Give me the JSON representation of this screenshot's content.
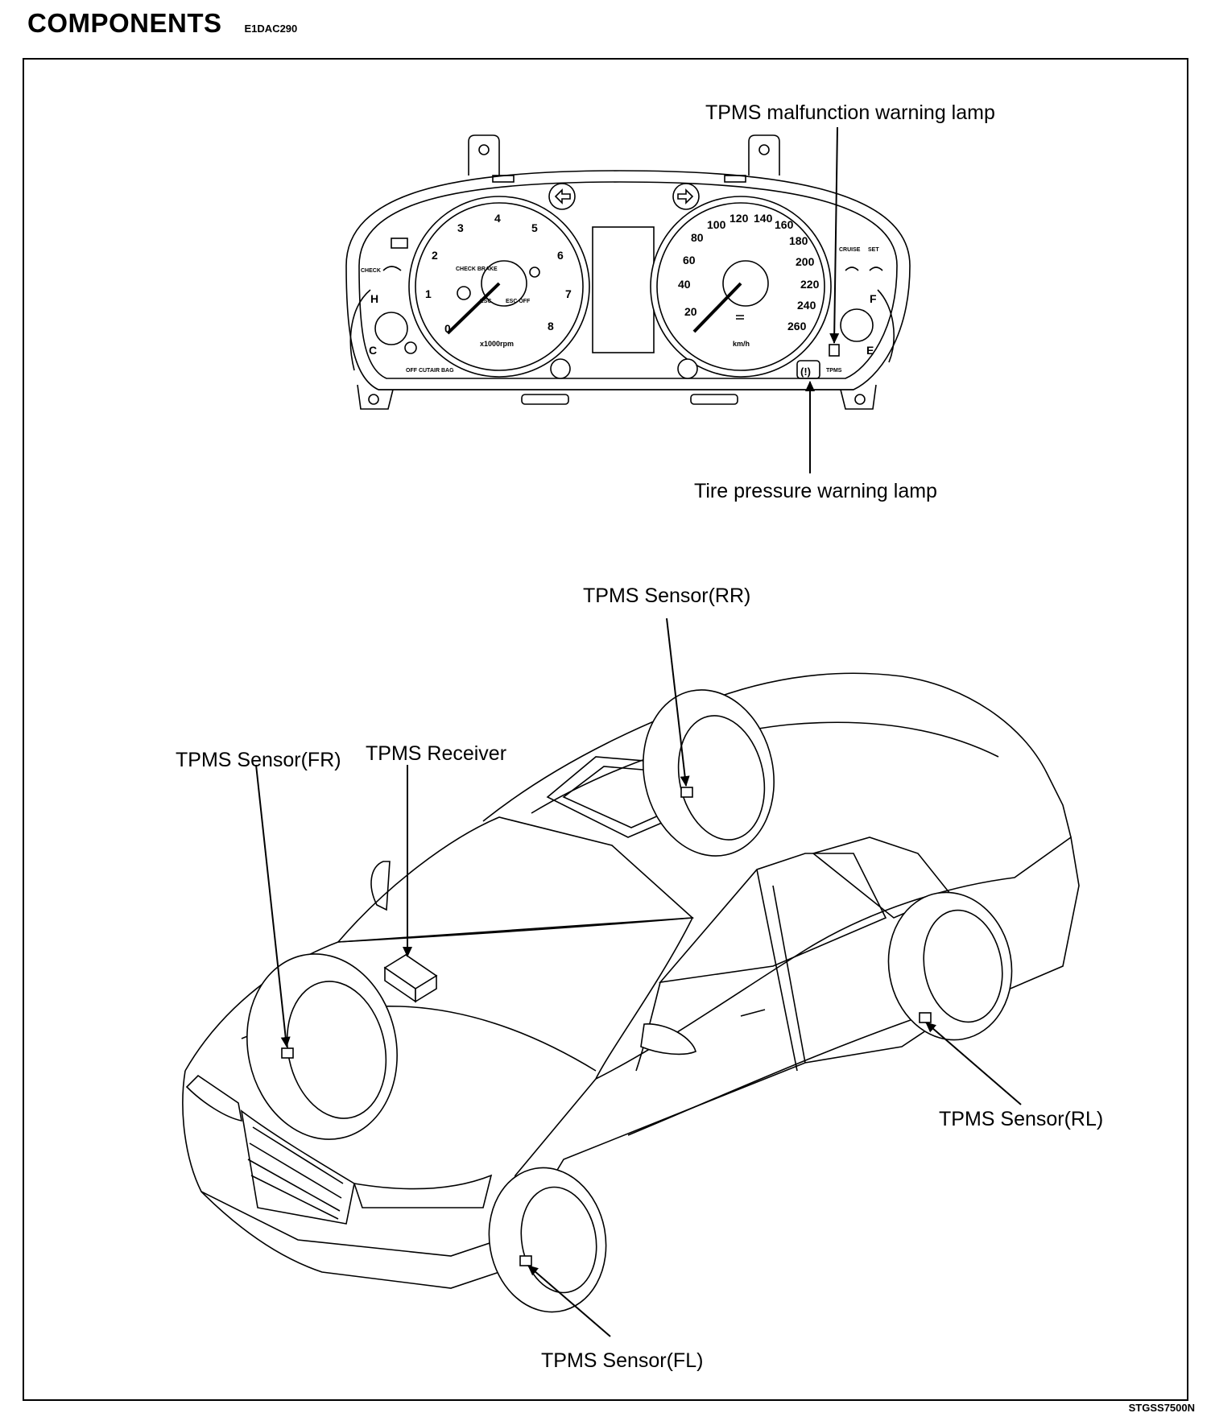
{
  "header": {
    "title": "COMPONENTS",
    "code": "E1DAC290"
  },
  "footer": {
    "code": "STGSS7500N"
  },
  "labels": {
    "malfunction_lamp": "TPMS malfunction warning lamp",
    "pressure_lamp": "Tire pressure warning lamp",
    "sensor_rr": "TPMS Sensor(RR)",
    "sensor_fr": "TPMS Sensor(FR)",
    "receiver": "TPMS Receiver",
    "sensor_rl": "TPMS Sensor(RL)",
    "sensor_fl": "TPMS Sensor(FL)"
  },
  "gauges": {
    "tach_ticks": [
      "0",
      "1",
      "2",
      "3",
      "4",
      "5",
      "6",
      "7",
      "8"
    ],
    "tach_unit": "x1000rpm",
    "speed_ticks": [
      "20",
      "40",
      "60",
      "80",
      "100",
      "120",
      "140",
      "160",
      "180",
      "200",
      "220",
      "240",
      "260"
    ],
    "speed_unit": "km/h",
    "temp": {
      "hot": "H",
      "cold": "C"
    },
    "fuel": {
      "full": "F",
      "empty": "E"
    },
    "tpms_text": "TPMS",
    "esc": "ESC",
    "esc_off": "ESC OFF",
    "cruise": "CRUISE",
    "set": "SET",
    "check": "CHECK",
    "ebd": "CHECK BRAKE",
    "airbag": "AIR BAG",
    "off_cut": "OFF CUT"
  },
  "icons": [
    "turn-left-arrow-icon",
    "turn-right-arrow-icon",
    "battery-icon",
    "oil-can-icon",
    "abs-icon",
    "seatbelt-icon",
    "coolant-icon",
    "fog-lamp-icon",
    "tire-pressure-icon",
    "headlight-icon",
    "fuel-pump-icon"
  ]
}
